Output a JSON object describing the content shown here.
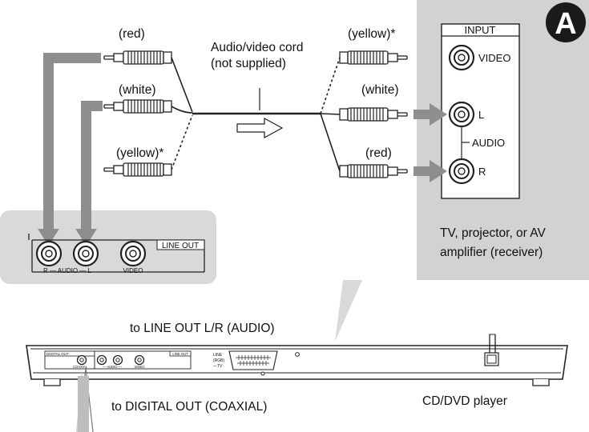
{
  "labels": {
    "red_left": "(red)",
    "white_left": "(white)",
    "yellow_left": "(yellow)*",
    "cord_line1": "Audio/video cord",
    "cord_line2": "(not supplied)",
    "yellow_right": "(yellow)*",
    "white_right": "(white)",
    "red_right": "(red)"
  },
  "input_panel": {
    "title": "INPUT",
    "video": "VIDEO",
    "left": "L",
    "audio": "AUDIO",
    "right": "R",
    "badge": "A"
  },
  "tv_caption": {
    "line1": "TV, projector, or AV",
    "line2": "amplifier (receiver)"
  },
  "zoom_panel": {
    "line_out": "LINE OUT",
    "audio_sub": "R — AUDIO — L",
    "video_sub": "VIDEO"
  },
  "player": {
    "to_line_out": "to LINE OUT L/R (AUDIO)",
    "to_digital": "to DIGITAL OUT (COAXIAL)",
    "caption": "CD/DVD player",
    "digital_out": "DIGITAL OUT",
    "coaxial": "COAXIAL",
    "audio_small": "— AUDIO —",
    "video_small": "VIDEO",
    "line_out_small": "LINE OUT",
    "scart_1": "LINE",
    "scart_2": "(RGB)",
    "scart_3": "—TV"
  },
  "colors": {
    "grey_panel": "#d2d2d2",
    "arrow": "#8e8e8e",
    "zoom": "#d9d9d9"
  }
}
